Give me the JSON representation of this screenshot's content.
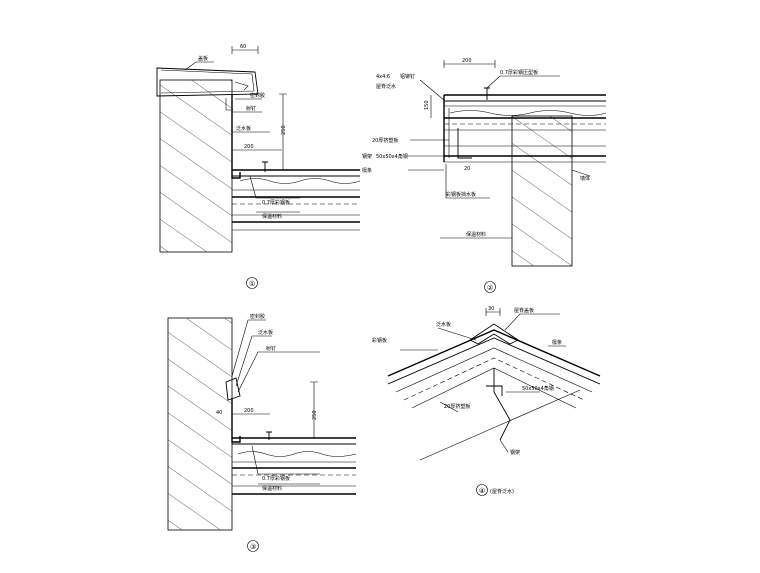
{
  "detail1": {
    "number": "①",
    "dims": {
      "top": "60",
      "side": "250",
      "lap": "200"
    },
    "labels": [
      "盖板",
      "密封胶",
      "射钉",
      "泛水板",
      "0.7厚彩钢板",
      "保温材料"
    ]
  },
  "detail2": {
    "number": "②",
    "dims": {
      "top": "200",
      "side": "150",
      "small": "20"
    },
    "labels": [
      "4x4.6",
      "铝铆钉",
      "屋脊泛水",
      "0.7厚彩钢压型板",
      "20厚挤塑板",
      "钢架",
      "50x50x4角钢",
      "檩条",
      "墙体",
      "彩钢板挡水板",
      "保温材料"
    ]
  },
  "detail3": {
    "number": "③",
    "dims": {
      "side": "250",
      "lap": "200",
      "small": "40"
    },
    "labels": [
      "密封胶",
      "泛水板",
      "0.7厚彩钢板",
      "保温材料",
      "射钉"
    ]
  },
  "detail4": {
    "number": "④",
    "title": "(屋脊泛水)",
    "dims": {
      "top": "30"
    },
    "labels": [
      "屋脊盖板",
      "彩钢板",
      "泛水板",
      "20厚挤塑板",
      "檩条",
      "50x50x4角钢",
      "钢架"
    ]
  }
}
